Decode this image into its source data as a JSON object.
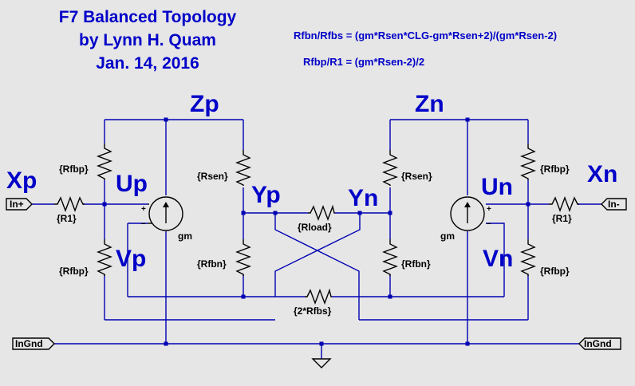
{
  "title": {
    "line1": "F7 Balanced Topology",
    "line2": "by Lynn H. Quam",
    "line3": "Jan. 14, 2016"
  },
  "equations": {
    "eq1": "Rfbn/Rfbs = (gm*Rsen*CLG-gm*Rsen+2)/(gm*Rsen-2)",
    "eq2": "Rfbp/R1 = (gm*Rsen-2)/2"
  },
  "nets": {
    "zp": "Zp",
    "zn": "Zn",
    "xp": "Xp",
    "xn": "Xn",
    "up": "Up",
    "un": "Un",
    "yp": "Yp",
    "yn": "Yn",
    "vp": "Vp",
    "vn": "Vn"
  },
  "components": {
    "rfbp_top_left": "{Rfbp}",
    "r1_left": "{R1}",
    "rfbp_bot_left": "{Rfbp}",
    "rsen_left": "{Rsen}",
    "rfbn_left": "{Rfbn}",
    "gm_left": "gm",
    "rload": "{Rload}",
    "rsen_right": "{Rsen}",
    "rfbn_right": "{Rfbn}",
    "gm_right": "gm",
    "rfbp_top_right": "{Rfbp}",
    "r1_right": "{R1}",
    "rfbp_bot_right": "{Rfbp}",
    "rfbs": "{2*Rfbs}",
    "plus_left": "+",
    "minus_left": "–",
    "plus_right": "+",
    "minus_right": "–"
  },
  "ports": {
    "in_plus": "In+",
    "in_minus": "In-",
    "ingnd_left": "InGnd",
    "ingnd_right": "InGnd"
  },
  "icons": {
    "ground": "ground-icon",
    "current_source": "current-source-icon"
  },
  "colors": {
    "background": "#e6e6e6",
    "wire": "#0000b4",
    "label": "#0000c8",
    "component": "#000000"
  }
}
